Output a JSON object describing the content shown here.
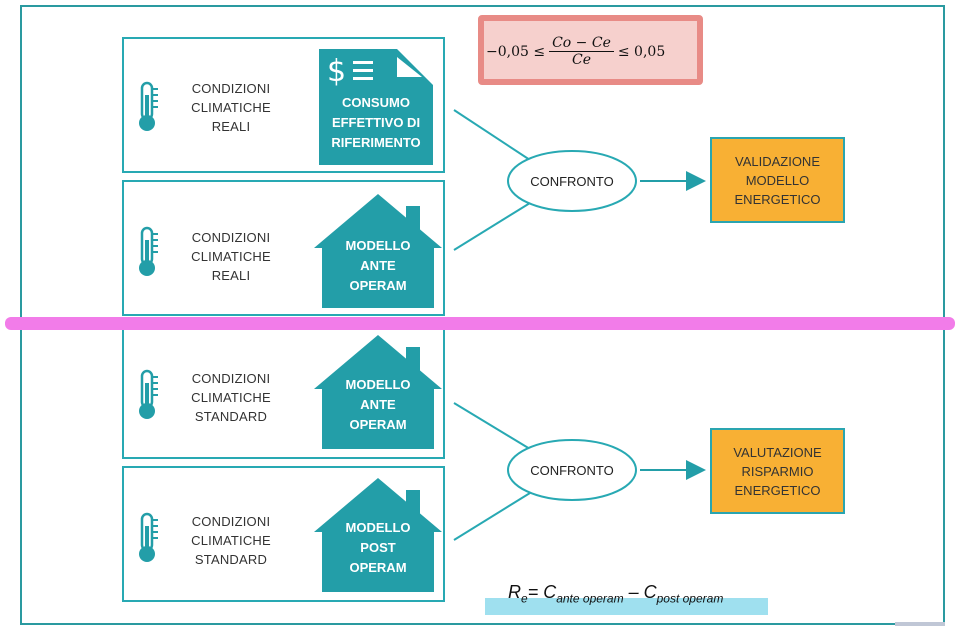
{
  "colors": {
    "teal": "#239ea8",
    "orange": "#f8b034",
    "pink": "#f27ce9"
  },
  "formula_top": {
    "lhs": "−0,05 ≤",
    "numerator": "Co − Ce",
    "denominator": "Ce",
    "rhs": "≤ 0,05"
  },
  "panels": [
    {
      "conditions": [
        "CONDIZIONI",
        "CLIMATICHE",
        "REALI"
      ],
      "icon": "document-dollar-icon",
      "label": [
        "CONSUMO",
        "EFFETTIVO DI",
        "RIFERIMENTO"
      ]
    },
    {
      "conditions": [
        "CONDIZIONI",
        "CLIMATICHE",
        "REALI"
      ],
      "icon": "house-icon",
      "label": [
        "MODELLO",
        "ANTE",
        "OPERAM"
      ]
    },
    {
      "conditions": [
        "CONDIZIONI",
        "CLIMATICHE",
        "STANDARD"
      ],
      "icon": "house-icon",
      "label": [
        "MODELLO",
        "ANTE",
        "OPERAM"
      ]
    },
    {
      "conditions": [
        "CONDIZIONI",
        "CLIMATICHE",
        "STANDARD"
      ],
      "icon": "house-icon",
      "label": [
        "MODELLO",
        "POST",
        "OPERAM"
      ]
    }
  ],
  "comparisons": [
    {
      "label": "CONFRONTO",
      "result": [
        "VALIDAZIONE",
        "MODELLO",
        "ENERGETICO"
      ]
    },
    {
      "label": "CONFRONTO",
      "result": [
        "VALUTAZIONE",
        "RISPARMIO",
        "ENERGETICO"
      ]
    }
  ],
  "re_formula": {
    "R": "R",
    "R_sub": "e",
    "eq": "= ",
    "C1": "C",
    "C1_sub": "ante operam",
    "minus": " – ",
    "C2": "C",
    "C2_sub": "post operam"
  }
}
